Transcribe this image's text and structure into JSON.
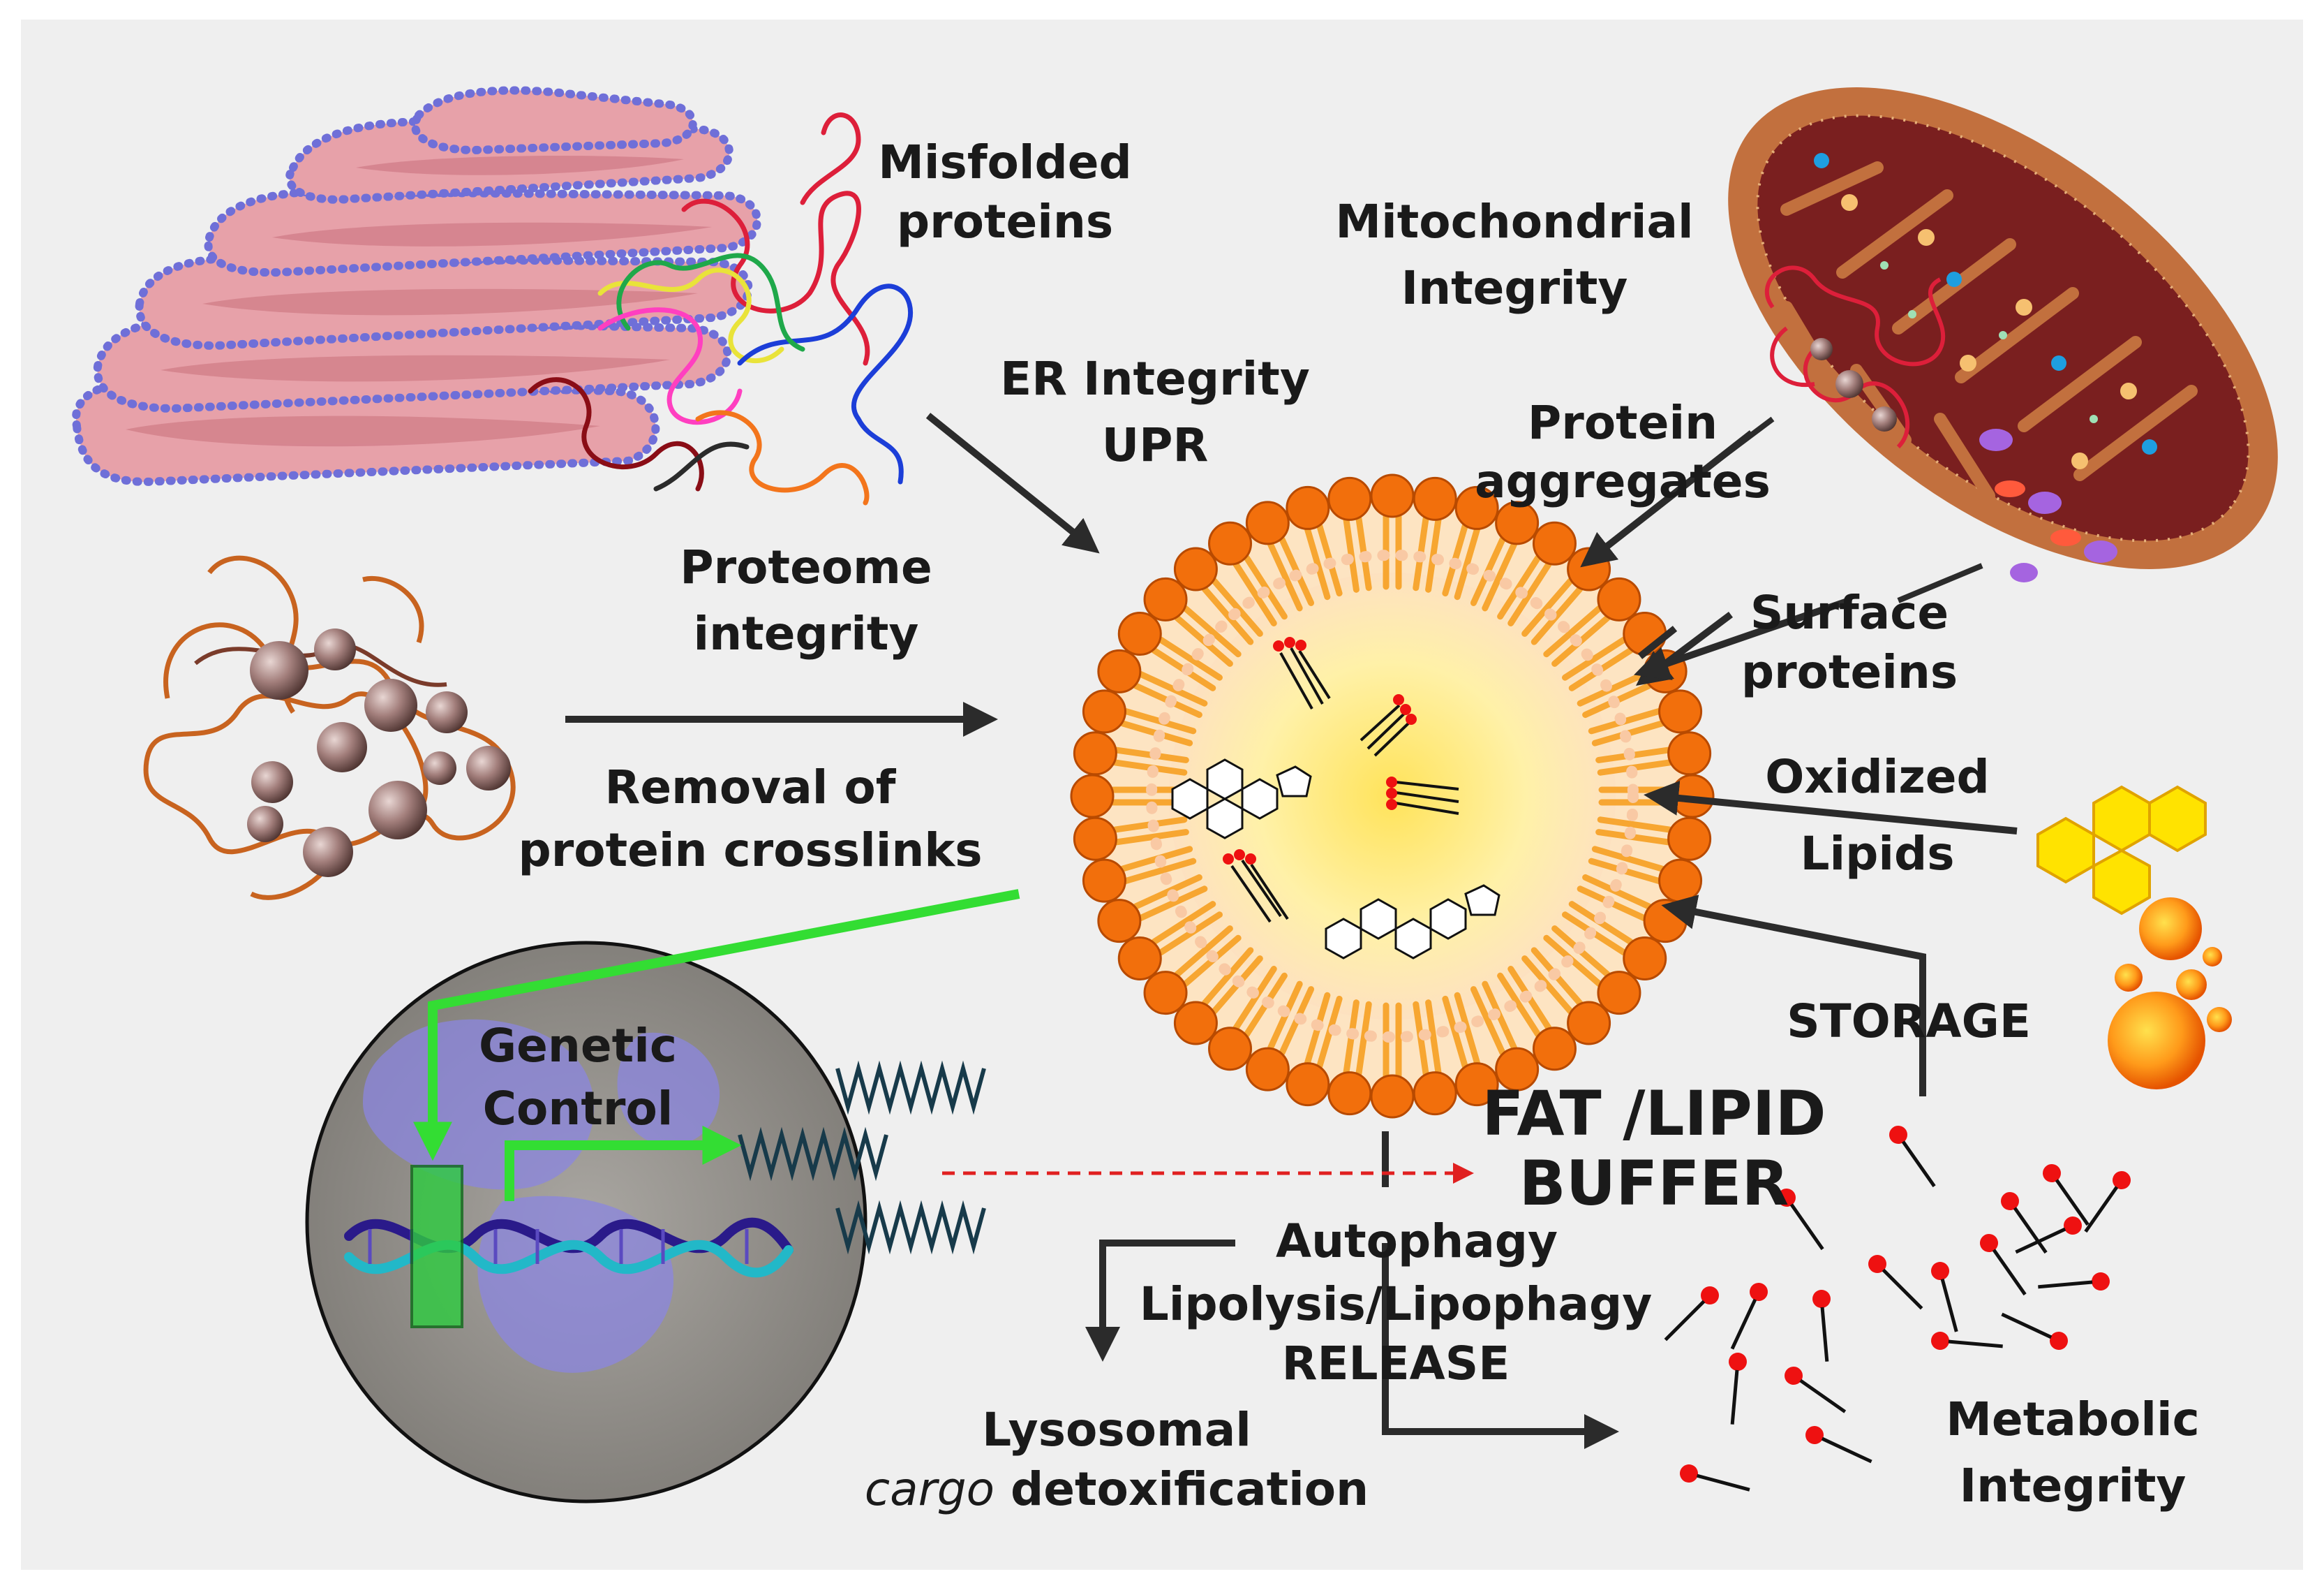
{
  "labels": {
    "misfolded": [
      "Misfolded",
      "proteins"
    ],
    "er": [
      "ER Integrity",
      "UPR"
    ],
    "mito": [
      "Mitochondrial",
      "Integrity"
    ],
    "aggregates": [
      "Protein",
      "aggregates"
    ],
    "proteome": [
      "Proteome",
      "integrity"
    ],
    "surface": [
      "Surface",
      "proteins"
    ],
    "crosslinks": [
      "Removal of",
      "protein crosslinks"
    ],
    "oxidized": [
      "Oxidized",
      "Lipids"
    ],
    "storage": "STORAGE",
    "genetic": [
      "Genetic",
      "Control"
    ],
    "fat": [
      "FAT /LIPID",
      "BUFFER"
    ],
    "autophagy": "Autophagy",
    "lipolysis": "Lipolysis/Lipophagy",
    "release": "RELEASE",
    "lysosomal": "Lysosomal",
    "cargo_italic": "cargo",
    "cargo_rest": " detoxification",
    "metabolic": [
      "Metabolic",
      "Integrity"
    ]
  },
  "colors": {
    "background": "#efefef",
    "membrane_head": "#f26f0c",
    "membrane_tail": "#f7a631",
    "core": "#fff4c4",
    "arrow": "#2b2b2b",
    "genetic_arrow": "#33dd33",
    "dashed_arrow": "#e02020",
    "lipid_head": "#ee1111",
    "er_body": "#e7a1a9",
    "ribosome": "#6f6fd8",
    "mito_outer": "#c2703e",
    "mito_inner": "#7a1f1f"
  },
  "icons": [
    "endoplasmic-reticulum-icon",
    "mitochondrion-icon",
    "protein-aggregate-icon",
    "lipid-droplet-icon",
    "nucleus-dna-icon",
    "oxidized-lipid-icon"
  ]
}
